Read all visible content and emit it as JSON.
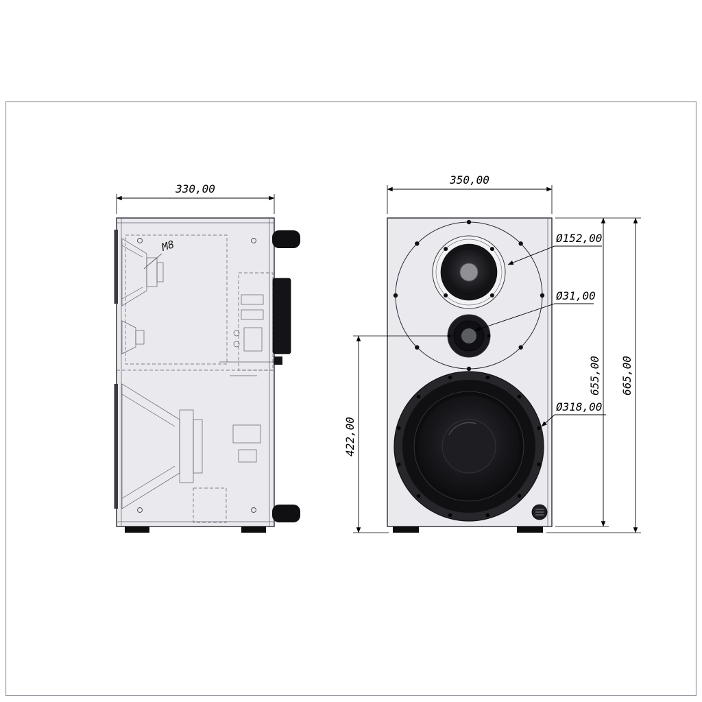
{
  "drawing": {
    "labels": {
      "thread": "M8"
    },
    "side_view": {
      "width_dim": "330,00"
    },
    "front_view": {
      "width_dim": "350,00",
      "tweeter_axis_height_dim": "422,00",
      "cabinet_height_dim": "655,00",
      "overall_height_dim": "665,00",
      "mid_driver_diameter_dim": "Ø152,00",
      "tweeter_diameter_dim": "Ø31,00",
      "woofer_diameter_dim": "Ø318,00"
    },
    "colors": {
      "cabinet_fill": "#e9e9ee",
      "outline": "#2b2b33",
      "internal_line": "#5c5c66",
      "driver_dark": "#101013",
      "dimension": "#000000",
      "frame": "#9a9aa2"
    }
  }
}
